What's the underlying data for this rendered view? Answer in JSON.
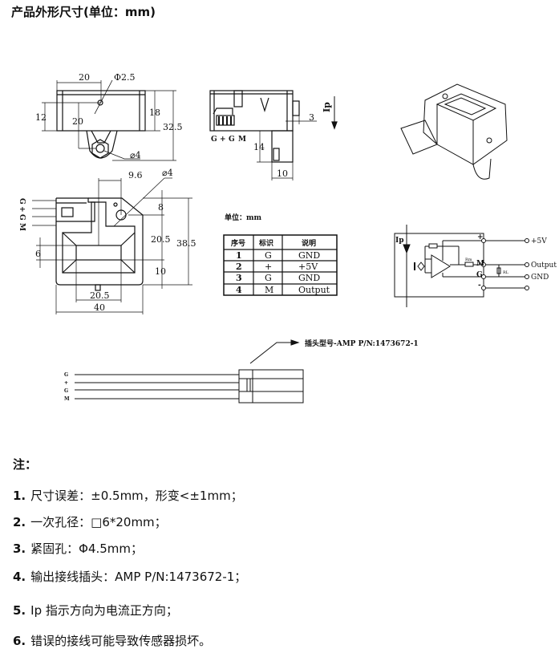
{
  "title": "产品外形尺寸(单位：mm)",
  "front_view": {
    "dim_width": "20",
    "dim_hole": "Φ2.5",
    "dim_12": "12",
    "dim_20": "20",
    "dim_18": "18",
    "dim_32_5": "32.5",
    "dim_fix_hole": "⌀4"
  },
  "side_view": {
    "pins": [
      "G",
      "+",
      "G",
      "M"
    ],
    "dim_3": "3",
    "ip_label": "Ip",
    "dim_14": "14",
    "dim_10": "10"
  },
  "top_view": {
    "dim_9_6": "9.6",
    "dim_hole": "⌀4",
    "dim_8": "8",
    "dim_20_5_v": "20.5",
    "dim_38_5": "38.5",
    "dim_6": "6",
    "dim_10": "10",
    "dim_20_5_h": "20.5",
    "dim_40": "40",
    "pins": [
      "G",
      "+",
      "G",
      "M"
    ]
  },
  "pin_table": {
    "unit": "单位：mm",
    "headers": [
      "序号",
      "标识",
      "说明"
    ],
    "rows": [
      [
        "1",
        "G",
        "GND"
      ],
      [
        "2",
        "+",
        "+5V"
      ],
      [
        "3",
        "G",
        "GND"
      ],
      [
        "4",
        "M",
        "Output"
      ]
    ]
  },
  "circuit": {
    "ip_label": "Ip",
    "pin_plus": "+",
    "pin_m": "M",
    "pin_g": "G",
    "pin_minus": "-",
    "rm_label": "Rm",
    "rl_label": "RL",
    "out_5v": "+5V",
    "out_output": "Output",
    "out_gnd": "GND"
  },
  "connector": {
    "label": "插头型号-AMP P/N:1473672-1",
    "wires": [
      "G",
      "+",
      "G",
      "M"
    ]
  },
  "notes": {
    "heading": "注：",
    "items": [
      {
        "num": "1.",
        "text": "尺寸误差：±0.5mm，形变<±1mm；"
      },
      {
        "num": "2.",
        "text": "一次孔径：□6*20mm；"
      },
      {
        "num": "3.",
        "text": "紧固孔：Φ4.5mm；"
      },
      {
        "num": "4.",
        "text": "输出接线插头：AMP P/N:1473672-1；"
      },
      {
        "num": "5.",
        "text": "Ip 指示方向为电流正方向；"
      },
      {
        "num": "6.",
        "text": "错误的接线可能导致传感器损坏。"
      }
    ]
  }
}
